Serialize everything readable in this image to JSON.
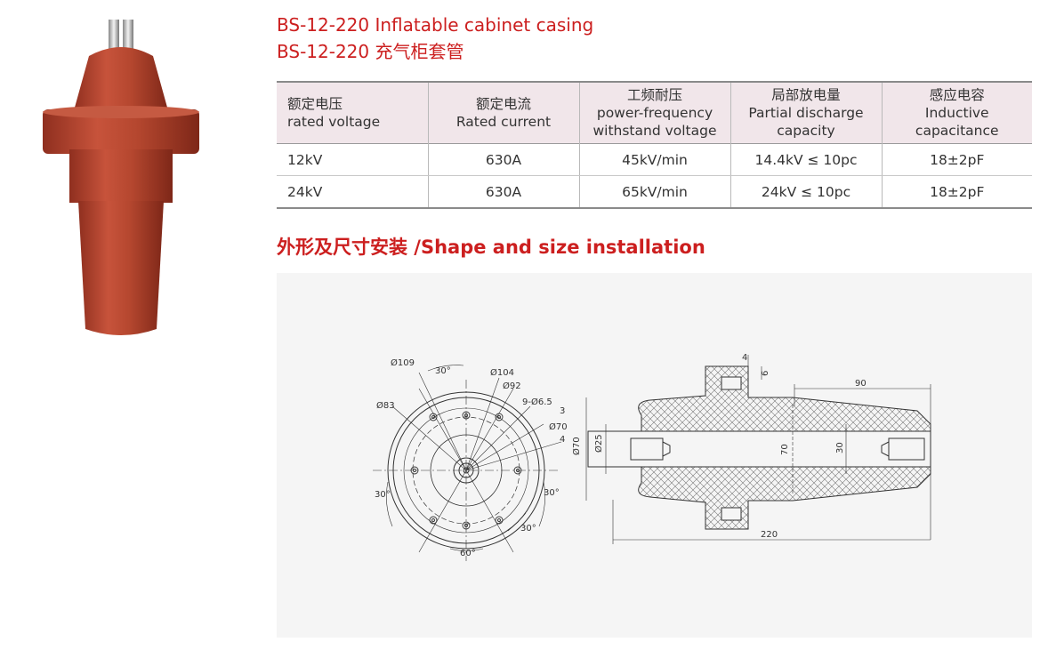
{
  "header": {
    "title_en": "BS-12-220 Inflatable cabinet casing",
    "title_zh": "BS-12-220 充气柜套管"
  },
  "table": {
    "columns": [
      {
        "zh": "额定电压",
        "en": "rated voltage"
      },
      {
        "zh": "额定电流",
        "en": "Rated current"
      },
      {
        "zh": "工频耐压",
        "en1": "power-frequency",
        "en2": "withstand voltage"
      },
      {
        "zh": "局部放电量",
        "en1": "Partial discharge",
        "en2": "capacity"
      },
      {
        "zh": "感应电容",
        "en1": "Inductive",
        "en2": "capacitance"
      }
    ],
    "rows": [
      [
        "12kV",
        "630A",
        "45kV/min",
        "14.4kV ≤ 10pc",
        "18±2pF"
      ],
      [
        "24kV",
        "630A",
        "65kV/min",
        "24kV ≤ 10pc",
        "18±2pF"
      ]
    ]
  },
  "section": {
    "heading": "外形及尺寸安装 /Shape and size installation"
  },
  "drawing": {
    "front_view_labels": {
      "d109": "Ø109",
      "d104": "Ø104",
      "d92": "Ø92",
      "d83": "Ø83",
      "holes": "9-Ø6.5",
      "d70": "Ø70",
      "a30_top": "30°",
      "a30_left": "30°",
      "a30_right": "30°",
      "a30_bottom": "30°",
      "a60": "60°",
      "n3": "3",
      "n4": "4"
    },
    "side_view_labels": {
      "d70": "Ø70",
      "d25": "Ø25",
      "l220": "220",
      "l90": "90",
      "h70": "70",
      "h30": "30",
      "n4": "4",
      "n6": "6"
    }
  },
  "colors": {
    "accent": "#cc1f1f",
    "bushing": "#b84a32",
    "table_header": "#f1e6ea",
    "panel": "#f5f5f5"
  }
}
